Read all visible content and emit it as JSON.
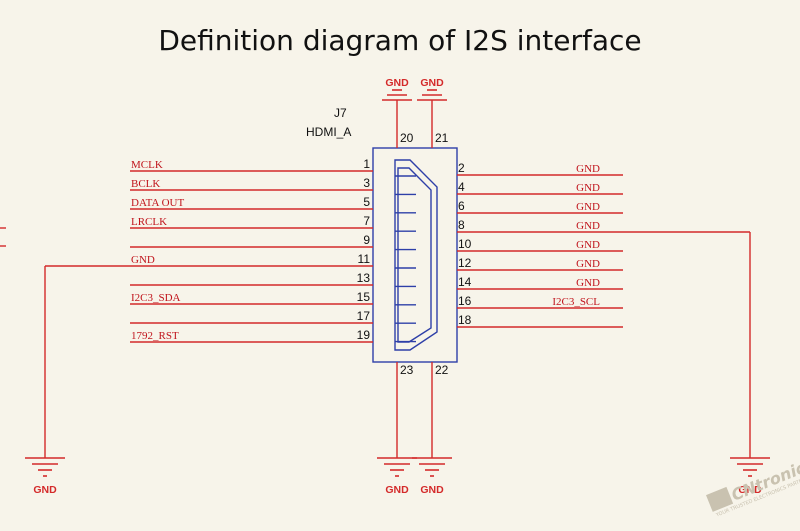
{
  "title": "Definition diagram of I2S interface",
  "component": {
    "ref": "J7",
    "type": "HDMI_A"
  },
  "left_pins": [
    {
      "num": "1",
      "net": "MCLK"
    },
    {
      "num": "3",
      "net": "BCLK"
    },
    {
      "num": "5",
      "net": "DATA OUT"
    },
    {
      "num": "7",
      "net": "LRCLK"
    },
    {
      "num": "9",
      "net": ""
    },
    {
      "num": "11",
      "net": "GND"
    },
    {
      "num": "13",
      "net": ""
    },
    {
      "num": "15",
      "net": "I2C3_SDA"
    },
    {
      "num": "17",
      "net": ""
    },
    {
      "num": "19",
      "net": "1792_RST"
    }
  ],
  "right_pins": [
    {
      "num": "2",
      "net": "GND"
    },
    {
      "num": "4",
      "net": "GND"
    },
    {
      "num": "6",
      "net": "GND"
    },
    {
      "num": "8",
      "net": "GND"
    },
    {
      "num": "10",
      "net": "GND"
    },
    {
      "num": "12",
      "net": "GND"
    },
    {
      "num": "14",
      "net": "GND"
    },
    {
      "num": "16",
      "net": "I2C3_SCL"
    },
    {
      "num": "18",
      "net": ""
    }
  ],
  "top_pins": [
    {
      "num": "20",
      "net": "GND"
    },
    {
      "num": "21",
      "net": "GND"
    }
  ],
  "bottom_pins": [
    {
      "num": "23",
      "net": "GND"
    },
    {
      "num": "22",
      "net": "GND"
    }
  ],
  "ground_label": "GND",
  "watermark": {
    "logo": "CNtronic",
    "tagline": "YOUR TRUSTED ELECTRONICS PARTNER"
  },
  "colors": {
    "wire": "#d42a2a",
    "connector": "#2e3fa8",
    "background": "#f7f4ea"
  }
}
